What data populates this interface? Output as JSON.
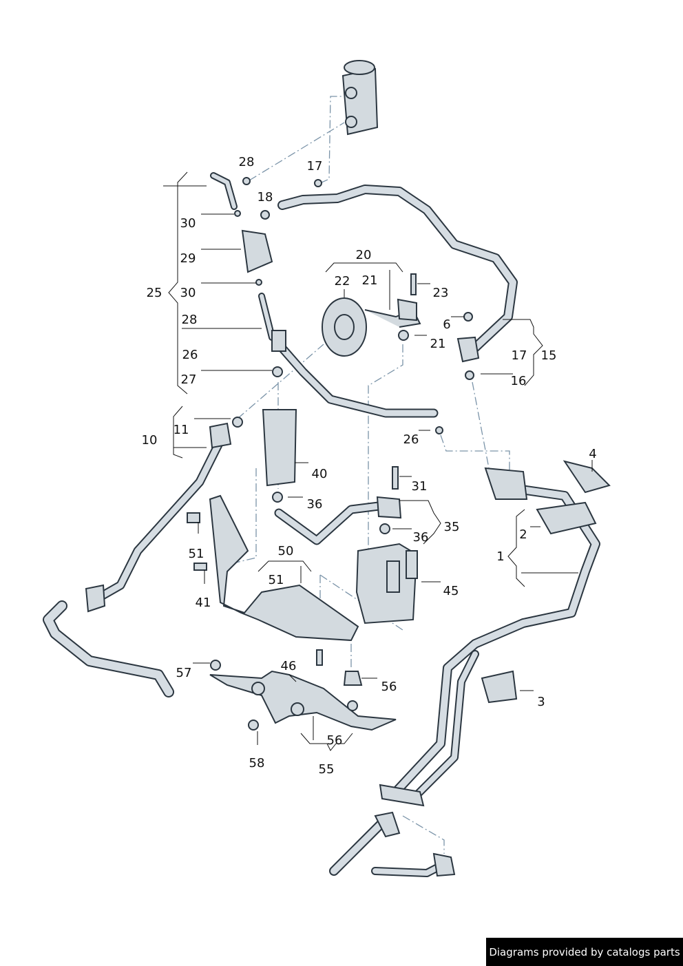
{
  "diagram": {
    "labels": [
      "28",
      "17",
      "18",
      "30",
      "29",
      "25",
      "30",
      "20",
      "22",
      "21",
      "23",
      "28",
      "6",
      "21",
      "26",
      "17",
      "15",
      "27",
      "16",
      "11",
      "10",
      "26",
      "4",
      "40",
      "31",
      "36",
      "35",
      "2",
      "36",
      "1",
      "51",
      "50",
      "51",
      "45",
      "41",
      "57",
      "46",
      "56",
      "3",
      "56",
      "58",
      "55"
    ]
  },
  "footer": {
    "text": "Diagrams provided by catalogs parts"
  }
}
